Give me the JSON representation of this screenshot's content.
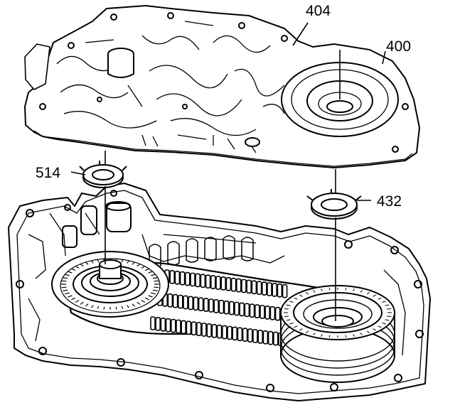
{
  "diagram": {
    "callouts": {
      "c404": "404",
      "c400": "400",
      "c514": "514",
      "c432": "432"
    },
    "ink_color": "#000000",
    "background_color": "#ffffff"
  }
}
